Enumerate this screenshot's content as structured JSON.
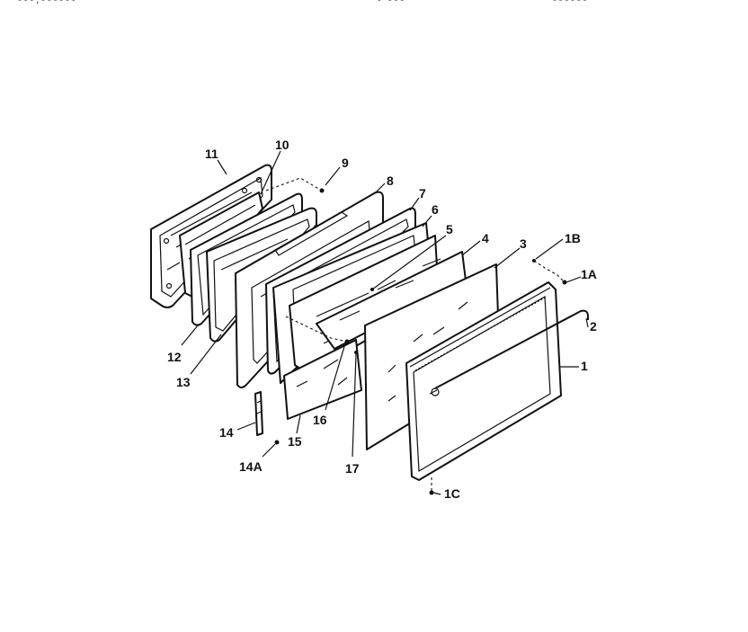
{
  "diagram": {
    "header_fragments": [
      "- - - , - - - - - -",
      "- - - - - -",
      "- ' - - -"
    ],
    "labels": {
      "p1": "1",
      "p1A": "1A",
      "p1B": "1B",
      "p1C": "1C",
      "p2": "2",
      "p3": "3",
      "p4": "4",
      "p5": "5",
      "p6": "6",
      "p7": "7",
      "p8": "8",
      "p9": "9",
      "p10": "10",
      "p11": "11",
      "p12": "12",
      "p13": "13",
      "p14": "14",
      "p14A": "14A",
      "p15": "15",
      "p16": "16",
      "p17": "17"
    }
  }
}
